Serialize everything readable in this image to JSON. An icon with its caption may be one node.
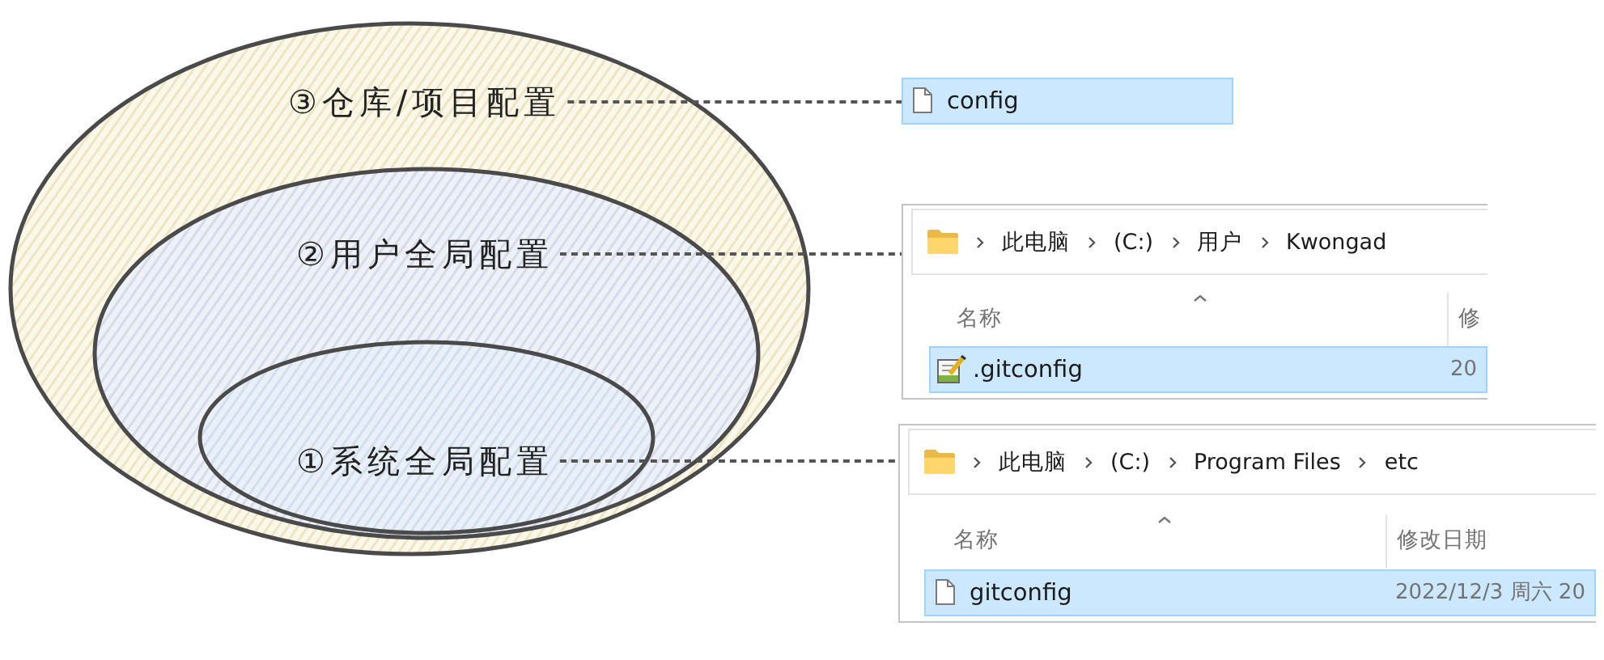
{
  "diagram": {
    "nodes": [
      {
        "text": [
          "③仓库/项目配置"
        ]
      },
      {
        "text": [
          "②用户全局配置"
        ],
        "in": 0
      },
      {
        "text": [
          "①系统全局配置"
        ],
        "in": 1
      },
      {
        "text": [
          "config"
        ]
      },
      {
        "text": [
          "名称",
          "修"
        ]
      },
      {
        "text": [
          "此电脑",
          "(C:)",
          "用户",
          "Kwongad"
        ],
        "in": 4
      },
      {
        "text": [
          ".gitconfig",
          "20"
        ],
        "in": 4
      },
      {
        "text": [
          "名称",
          "修改日期"
        ]
      },
      {
        "text": [
          "此电脑",
          "(C:)",
          "Program Files",
          "etc"
        ],
        "in": 7
      },
      {
        "text": [
          "gitconfig",
          "2022/12/3 周六 20"
        ],
        "in": 7
      }
    ],
    "edges": [
      {
        "from": 0,
        "to": 3,
        "arrow": "none",
        "style": "dashed"
      },
      {
        "from": 1,
        "to": 4,
        "arrow": "none",
        "style": "dashed"
      },
      {
        "from": 2,
        "to": 7,
        "arrow": "none",
        "style": "dashed"
      }
    ]
  }
}
